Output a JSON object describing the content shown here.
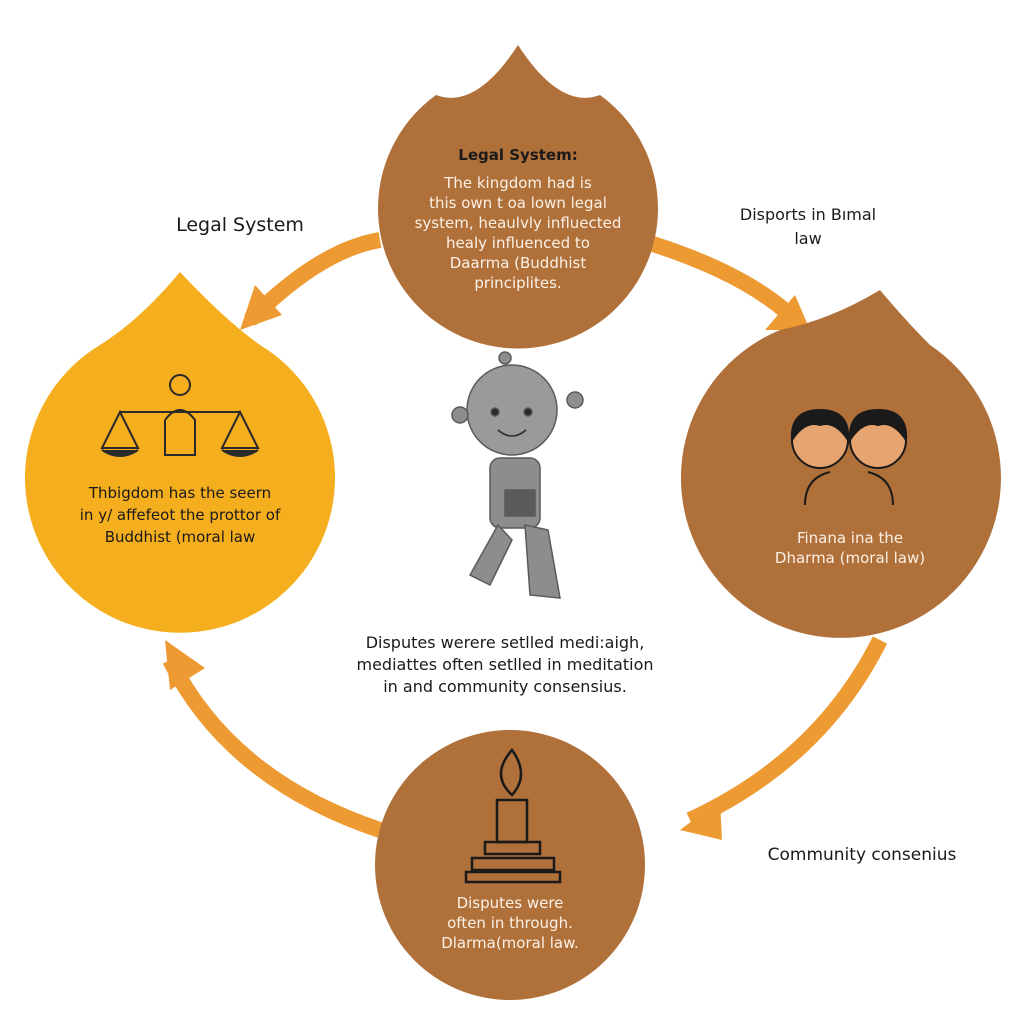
{
  "colors": {
    "brown": "#B0703A",
    "yellow": "#F5AE1E",
    "arrow": "#EE9A32"
  },
  "labels": {
    "legal_system": "Legal System",
    "disports": [
      "Disports in Bımal",
      "law"
    ],
    "community": "Community consenius"
  },
  "top_node": {
    "title": "Legal System:",
    "lines": [
      "The kingdom had is",
      "this own t oa lown legal",
      "system, heaulvly influected",
      "healy influenced to",
      "Daarma (Buddhist",
      "principlites."
    ]
  },
  "left_node": {
    "icon": "scales-of-justice-icon",
    "lines": [
      "Thbigdom has the seern",
      "in y/ affefeot the prottor of",
      "Buddhist (moral law"
    ]
  },
  "right_node": {
    "icon": "two-people-icon",
    "lines": [
      "Finana ina the",
      "Dharma (moral law)"
    ]
  },
  "bottom_node": {
    "icon": "flame-altar-icon",
    "lines": [
      "Disputes were",
      "often in through.",
      "Dlarma(moral law."
    ]
  },
  "center_text": [
    "Disputes werere setlled medi:aigh,",
    "mediattes often setlled in meditation",
    "in and community consensius."
  ],
  "center_figure": "child-figure-holding-book"
}
